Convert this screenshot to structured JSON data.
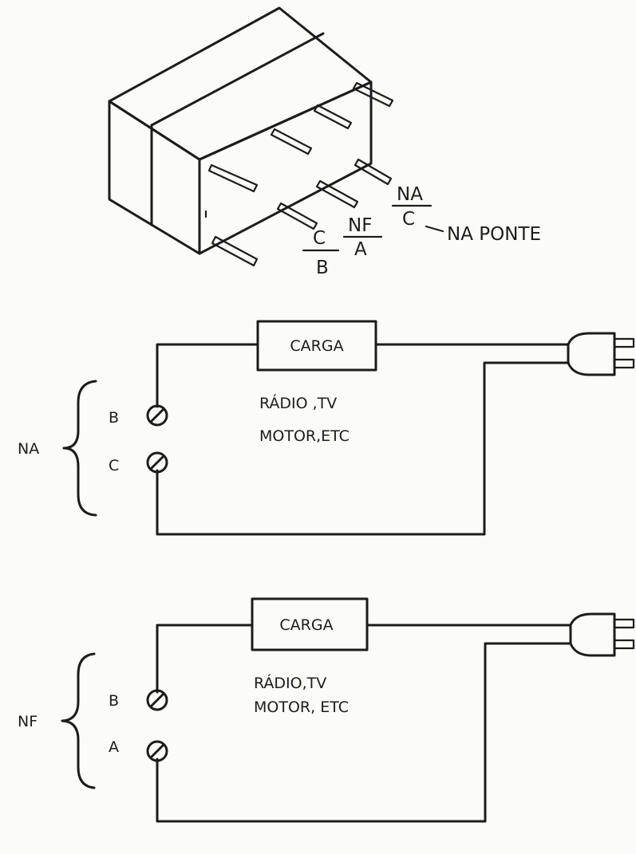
{
  "relay_labels": {
    "na_top": "NA",
    "c_right": "C",
    "na_ponte": "NA PONTE",
    "nf_top": "NF",
    "a_bottom": "A",
    "c_left_top": "C",
    "b_left_bottom": "B"
  },
  "circuit_na": {
    "group_label": "NA",
    "terminal_top": "B",
    "terminal_bottom": "C",
    "load_label": "CARGA",
    "desc_line1": "RÁDIO ,TV",
    "desc_line2": "MOTOR,ETC"
  },
  "circuit_nf": {
    "group_label": "NF",
    "terminal_top": "B",
    "terminal_bottom": "A",
    "load_label": "CARGA",
    "desc_line1": "RÁDIO,TV",
    "desc_line2": "MOTOR, ETC"
  },
  "icons": [
    "relay-drawing",
    "screw-terminal-icon",
    "power-plug-icon",
    "brace-icon"
  ],
  "colors": {
    "ink": "#1c1c1c",
    "paper": "#fbfbf9"
  }
}
